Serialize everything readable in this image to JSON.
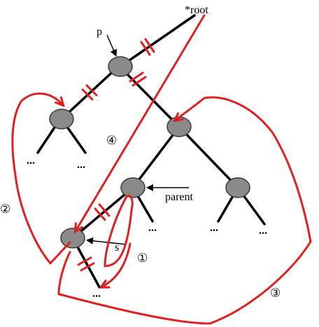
{
  "labels": {
    "root": "*root",
    "p": "p",
    "parent": "parent",
    "s": "s",
    "ellipsis": "..."
  },
  "steps": {
    "one": "①",
    "two": "②",
    "three": "③",
    "four": "④"
  },
  "colors": {
    "node_fill": "#8a8a8a",
    "edge": "#000000",
    "highlight": "#e02020"
  }
}
